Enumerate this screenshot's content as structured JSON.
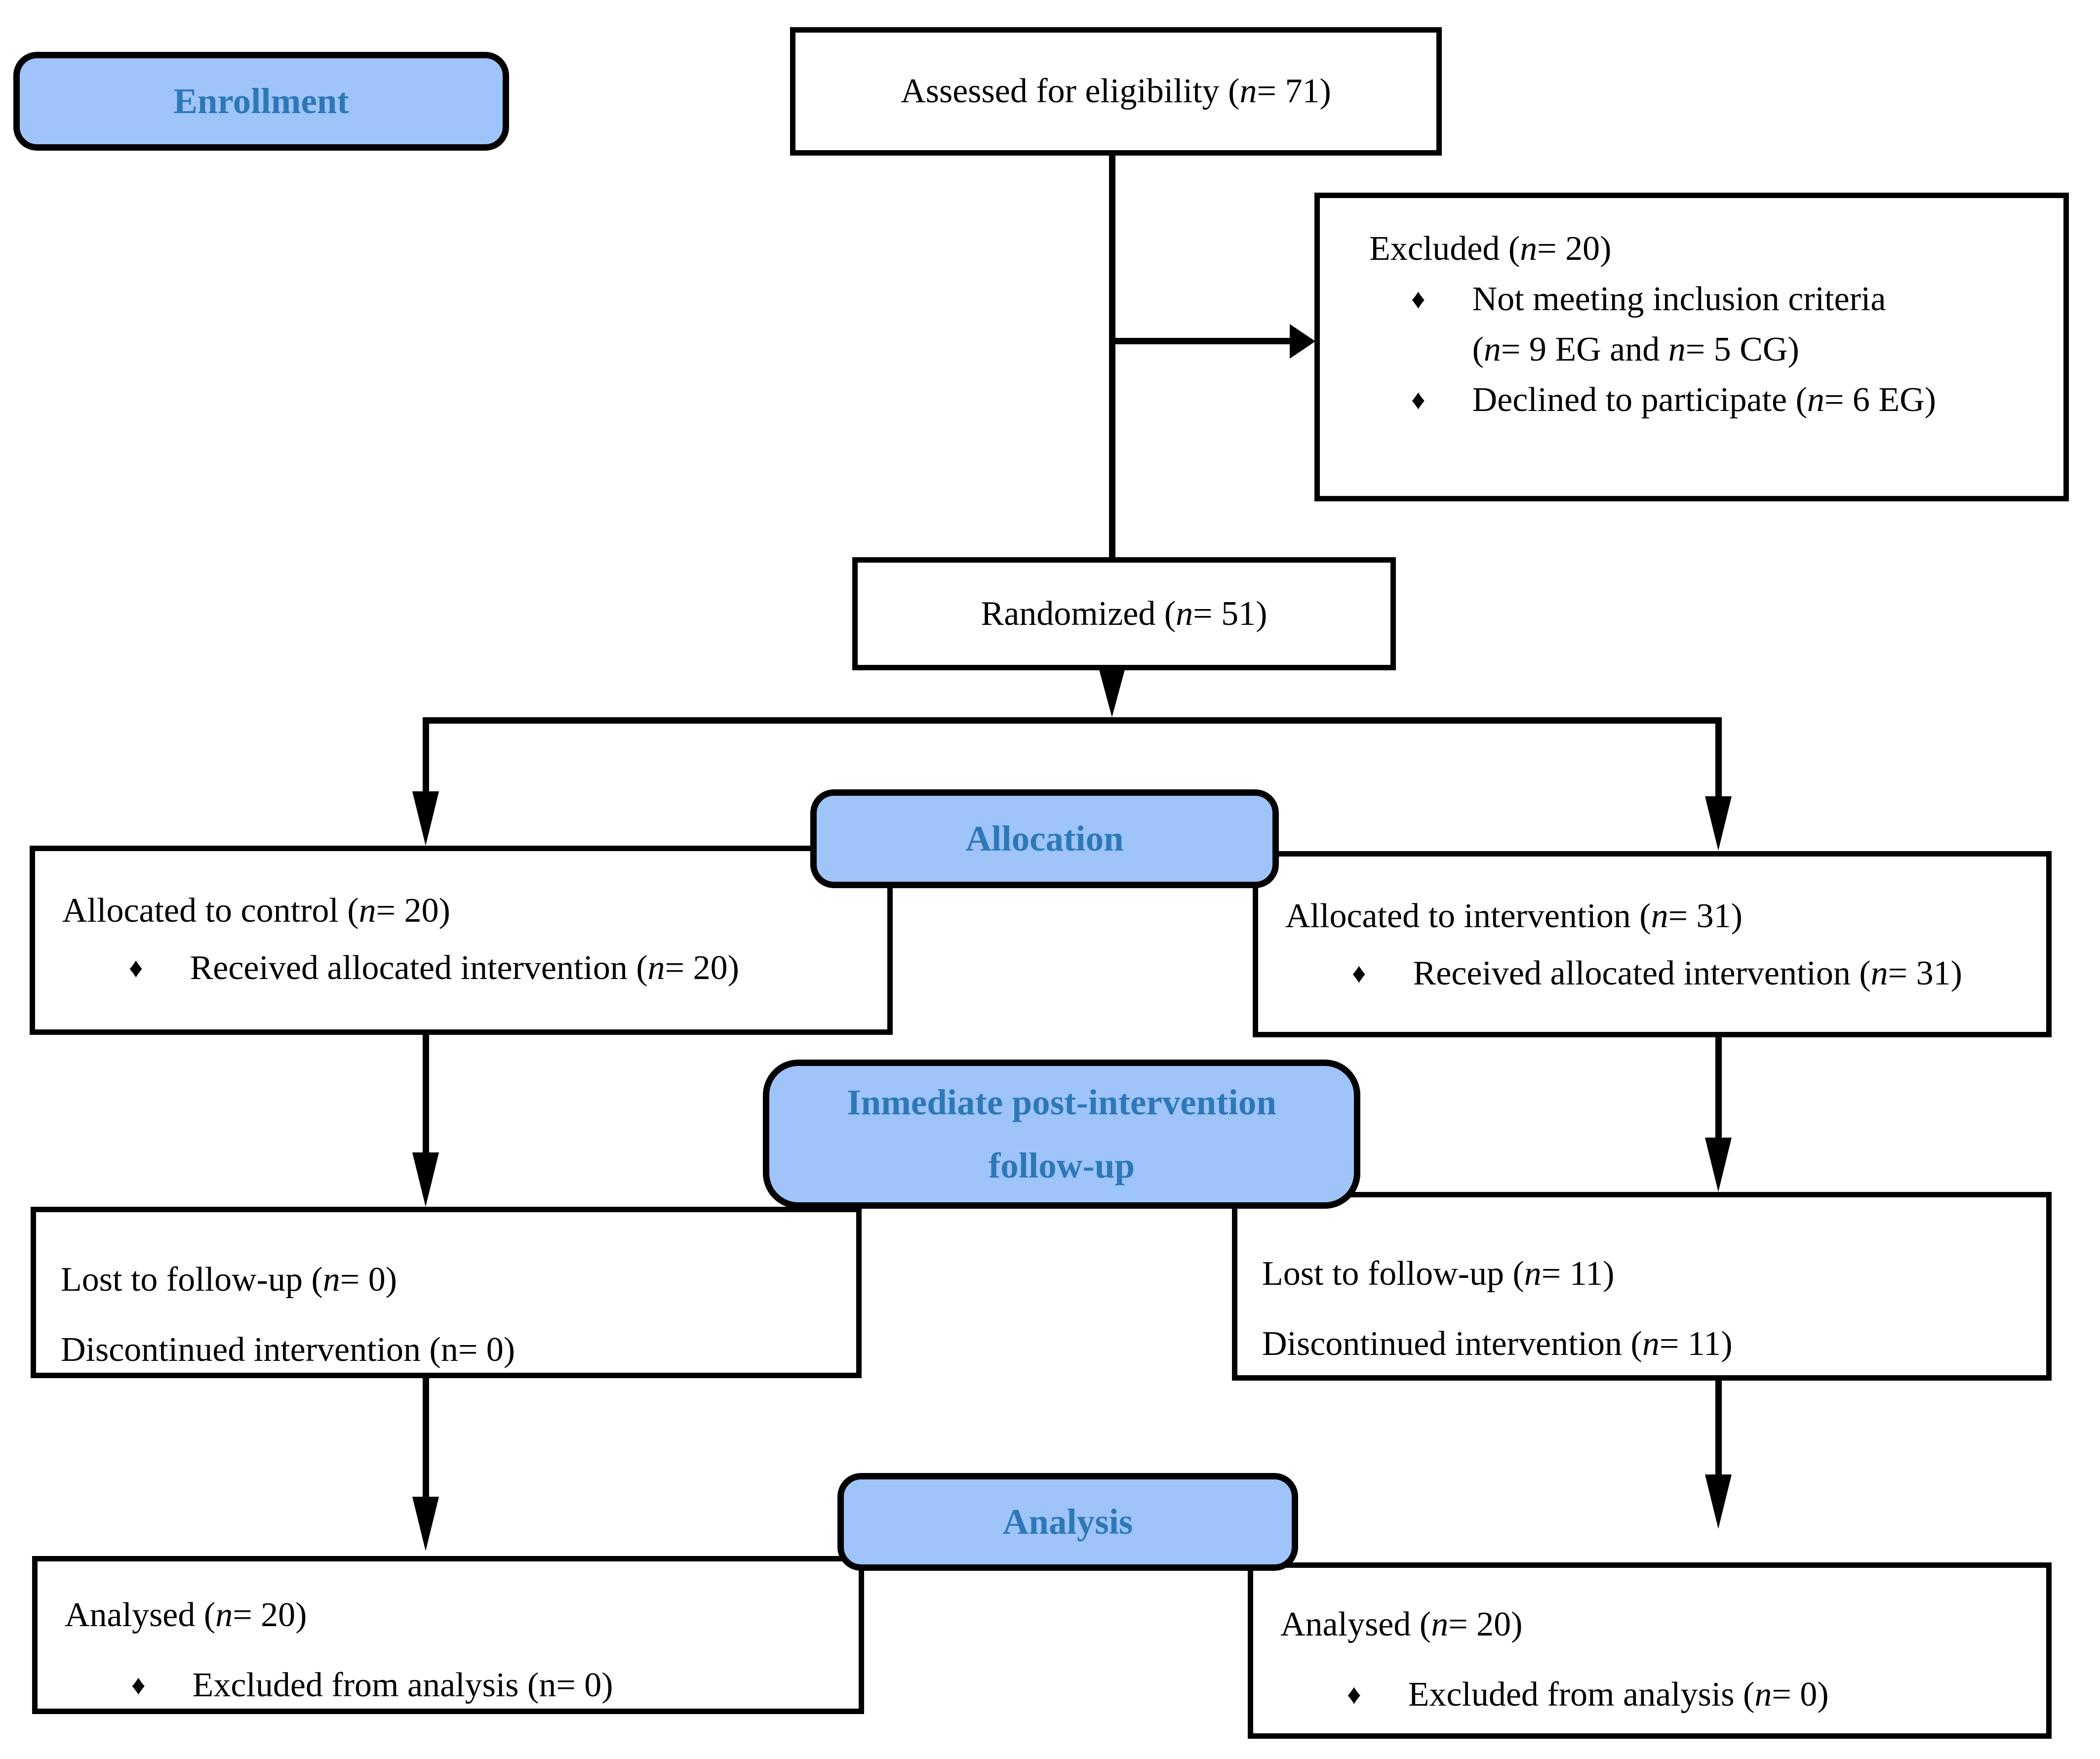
{
  "colors": {
    "label_fill": "#9EC4FA",
    "label_text": "#2E78B8",
    "line": "#000000",
    "box_border": "#000000",
    "box_fill": "#FFFFFF"
  },
  "glyphs": {
    "bullet": "♦"
  },
  "labels": {
    "enrollment": "Enrollment",
    "allocation": "Allocation",
    "followup_line1": "Inmediate post-intervention",
    "followup_line2": "follow-up",
    "analysis": "Analysis"
  },
  "nodes": {
    "assessed": {
      "line": [
        {
          "t": "Assessed for eligibility ("
        },
        {
          "t": "n",
          "i": true
        },
        {
          "t": "= 71)"
        }
      ]
    },
    "excluded": {
      "header": [
        {
          "t": "Excluded ("
        },
        {
          "t": "n",
          "i": true
        },
        {
          "t": "= 20)"
        }
      ],
      "bullet1_line1": [
        {
          "t": "Not meeting inclusion criteria"
        }
      ],
      "bullet1_line2": [
        {
          "t": "("
        },
        {
          "t": "n",
          "i": true
        },
        {
          "t": "= 9 EG and "
        },
        {
          "t": "n",
          "i": true
        },
        {
          "t": "= 5 CG)"
        }
      ],
      "bullet2": [
        {
          "t": "Declined to participate ("
        },
        {
          "t": "n",
          "i": true
        },
        {
          "t": "= 6 EG)"
        }
      ]
    },
    "randomized": {
      "line": [
        {
          "t": "Randomized ("
        },
        {
          "t": "n",
          "i": true
        },
        {
          "t": "= 51)"
        }
      ]
    },
    "alloc_control": {
      "header": [
        {
          "t": "Allocated to control ("
        },
        {
          "t": "n",
          "i": true
        },
        {
          "t": "= 20)"
        }
      ],
      "bullet": [
        {
          "t": "Received allocated intervention ("
        },
        {
          "t": "n",
          "i": true
        },
        {
          "t": "= 20)"
        }
      ]
    },
    "alloc_intervention": {
      "header": [
        {
          "t": "Allocated to intervention ("
        },
        {
          "t": "n",
          "i": true
        },
        {
          "t": "= 31)"
        }
      ],
      "bullet": [
        {
          "t": "Received allocated intervention ("
        },
        {
          "t": "n",
          "i": true
        },
        {
          "t": "= 31)"
        }
      ]
    },
    "lost_control": {
      "line1": [
        {
          "t": "Lost to follow-up ("
        },
        {
          "t": "n",
          "i": true
        },
        {
          "t": "= 0)"
        }
      ],
      "line2": [
        {
          "t": "Discontinued intervention (n= 0)"
        }
      ]
    },
    "lost_intervention": {
      "line1": [
        {
          "t": "Lost to follow-up ("
        },
        {
          "t": "n",
          "i": true
        },
        {
          "t": "= 11)"
        }
      ],
      "line2": [
        {
          "t": "Discontinued intervention ("
        },
        {
          "t": "n",
          "i": true
        },
        {
          "t": "= 11)"
        }
      ]
    },
    "analysed_control": {
      "header": [
        {
          "t": "Analysed ("
        },
        {
          "t": "n",
          "i": true
        },
        {
          "t": "= 20)"
        }
      ],
      "bullet": [
        {
          "t": "Excluded from analysis (n= 0)"
        }
      ]
    },
    "analysed_intervention": {
      "header": [
        {
          "t": "Analysed ("
        },
        {
          "t": "n",
          "i": true
        },
        {
          "t": "= 20)"
        }
      ],
      "bullet": [
        {
          "t": "Excluded from analysis ("
        },
        {
          "t": "n",
          "i": true
        },
        {
          "t": "= 0)"
        }
      ]
    }
  }
}
